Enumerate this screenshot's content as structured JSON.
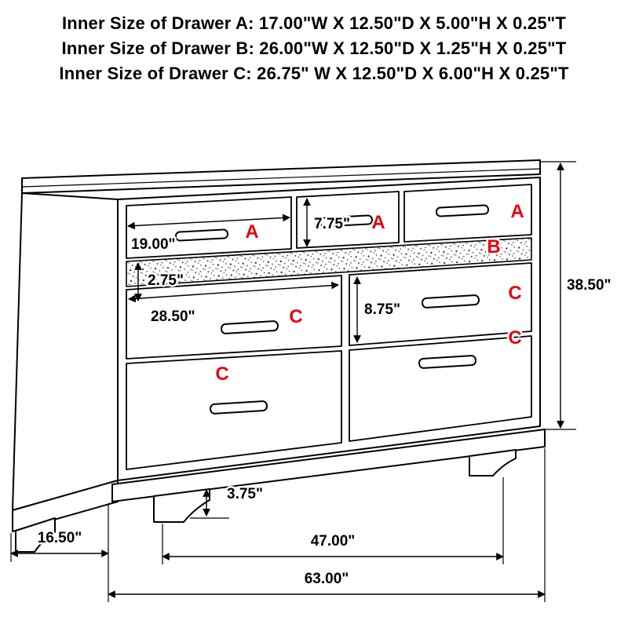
{
  "header": {
    "lines": [
      "Inner Size of Drawer A: 17.00\"W X 12.50\"D X 5.00\"H X 0.25\"T",
      "Inner Size of Drawer B: 26.00\"W X 12.50\"D X 1.25\"H X 0.25\"T",
      "Inner Size of Drawer C: 26.75\" W X 12.50\"D X 6.00\"H X 0.25\"T"
    ]
  },
  "diagram": {
    "labels": {
      "a1": "A",
      "a2": "A",
      "a3": "A",
      "b": "B",
      "c1": "C",
      "c2": "C",
      "c3": "C",
      "c4": "C"
    },
    "dimensions": {
      "drawer_a_width": "19.00\"",
      "drawer_a_front_height": "7.75\"",
      "jewelry_b_front_height": "2.75\"",
      "drawer_c_width": "28.50\"",
      "drawer_c_front_height": "8.75\"",
      "overall_height": "38.50\"",
      "leg_height": "3.75\"",
      "depth": "16.50\"",
      "leg_span_width": "47.00\"",
      "overall_width": "63.00\""
    },
    "colors": {
      "label_red": "#e8000d",
      "line_color": "#000000"
    }
  }
}
